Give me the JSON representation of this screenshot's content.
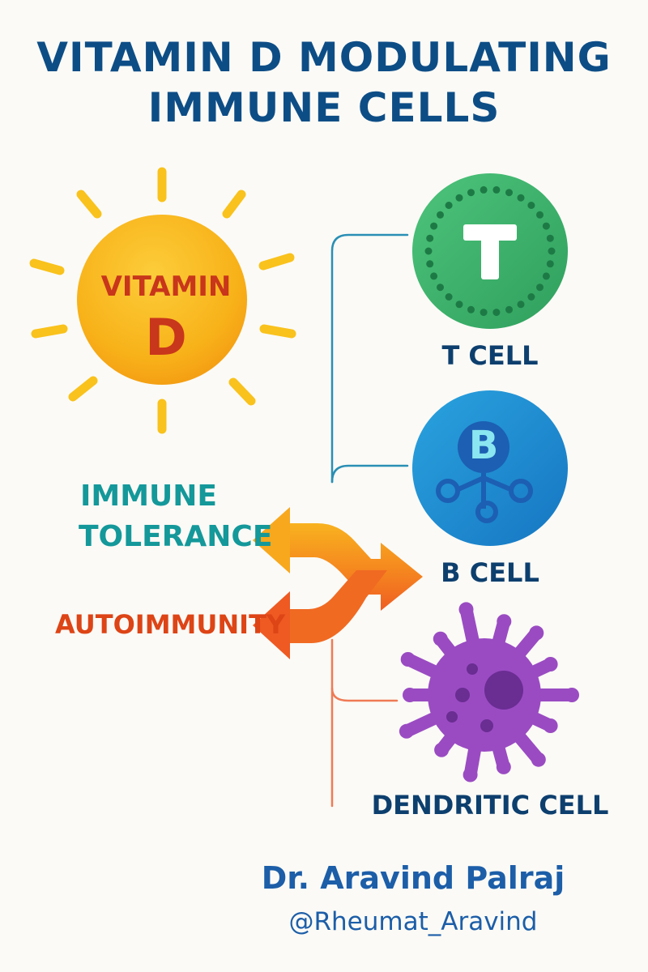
{
  "title": {
    "line1": "VITAMIN D MODULATING",
    "line2": "IMMUNE CELLS"
  },
  "sun": {
    "line1": "VITAMIN",
    "line2": "D"
  },
  "cells": {
    "t": {
      "glyph": "T",
      "label": "T CELL"
    },
    "b": {
      "glyph": "B",
      "label": "B CELL"
    },
    "dendritic": {
      "label": "DENDRITIC CELL"
    }
  },
  "outcomes": {
    "tolerance_line1": "IMMUNE",
    "tolerance_line2": "TOLERANCE",
    "autoimmunity": "AUTOIMMUNITY"
  },
  "credit": {
    "author": "Dr. Aravind Palraj",
    "handle": "@Rheumat_Aravind"
  },
  "colors": {
    "title": "#0d4d86",
    "sun": "#f7b21a",
    "t_cell": "#3bb56a",
    "b_cell": "#1e8fd4",
    "dendritic": "#9a4bc2",
    "tolerance": "#14989a",
    "autoimmunity": "#dd4416"
  }
}
